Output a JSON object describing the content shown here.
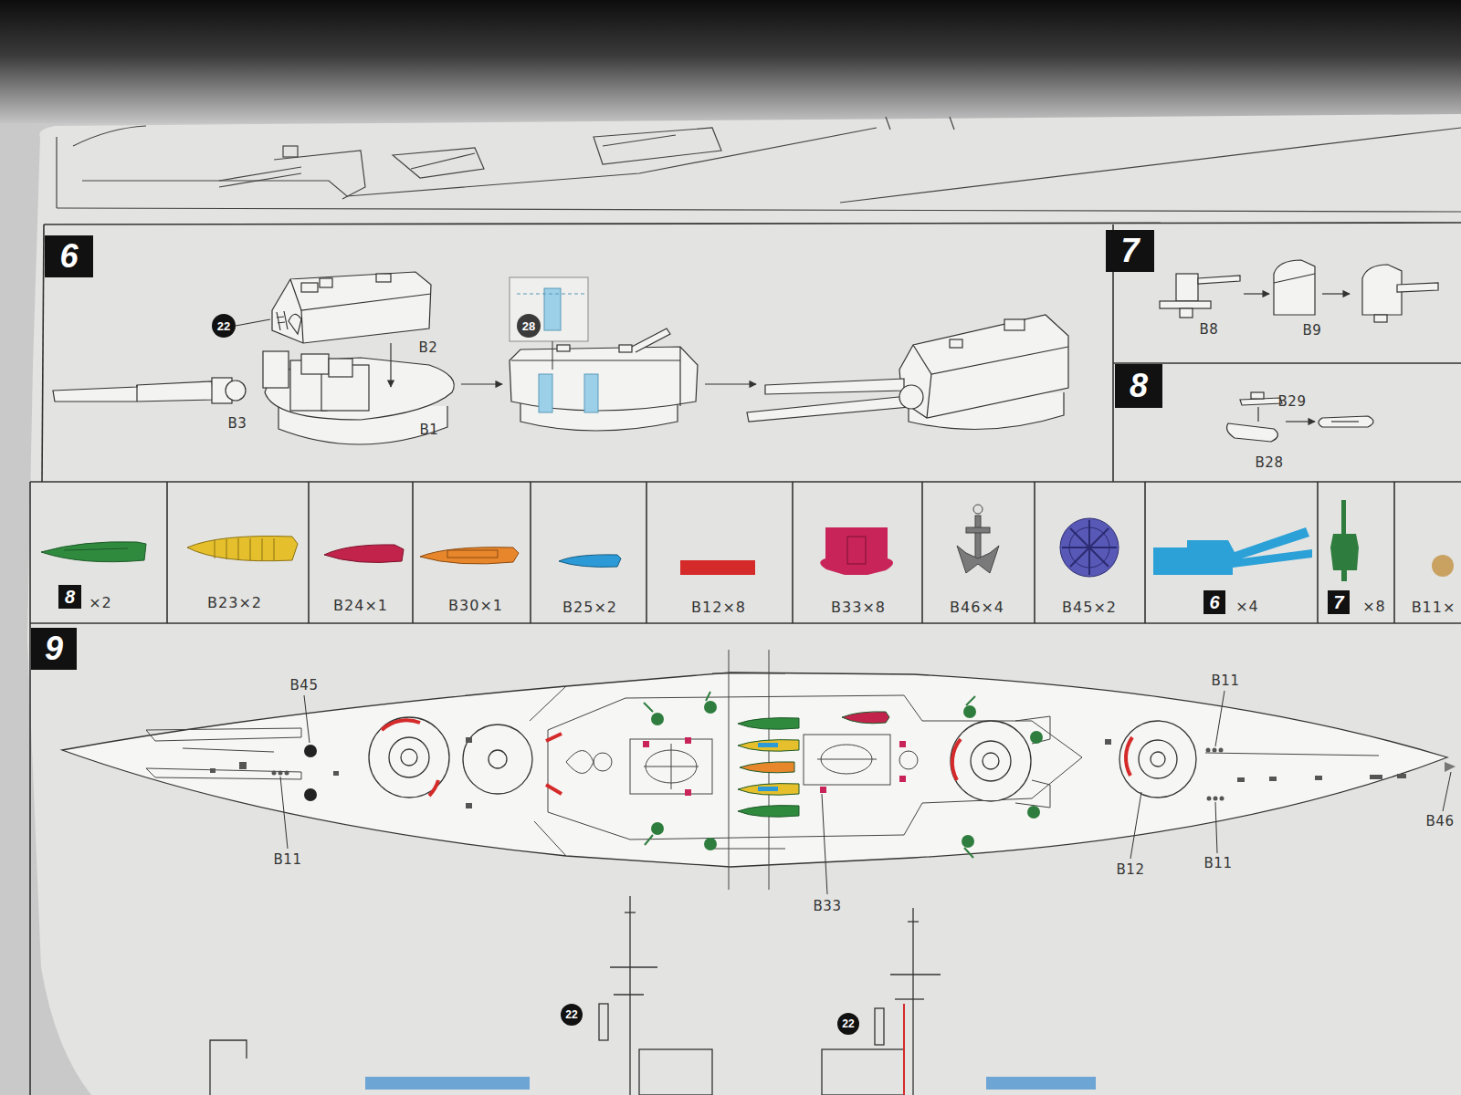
{
  "diagram": {
    "nodes": [
      {
        "text": [
          "6"
        ]
      },
      {
        "text": [
          "22"
        ]
      },
      {
        "text": [
          "28"
        ]
      },
      {
        "text": [
          "7"
        ]
      },
      {
        "text": [
          "8"
        ]
      },
      {
        "text": [
          "8"
        ]
      },
      {
        "text": [
          "6"
        ]
      },
      {
        "text": [
          "7"
        ]
      },
      {
        "text": [
          "9"
        ]
      },
      {
        "text": [
          "22"
        ]
      },
      {
        "text": [
          "22"
        ]
      }
    ],
    "labels": [
      "B2",
      "B3",
      "B1",
      "B8",
      "B9",
      "B29",
      "B28",
      "×2",
      "B23×2",
      "B24×1",
      "B30×1",
      "B25×2",
      "B12×8",
      "B33×8",
      "B46×4",
      "B45×2",
      "×4",
      "×8",
      "B11×",
      "B45",
      "B11",
      "B11",
      "B12",
      "B11",
      "B46",
      "B33"
    ]
  }
}
